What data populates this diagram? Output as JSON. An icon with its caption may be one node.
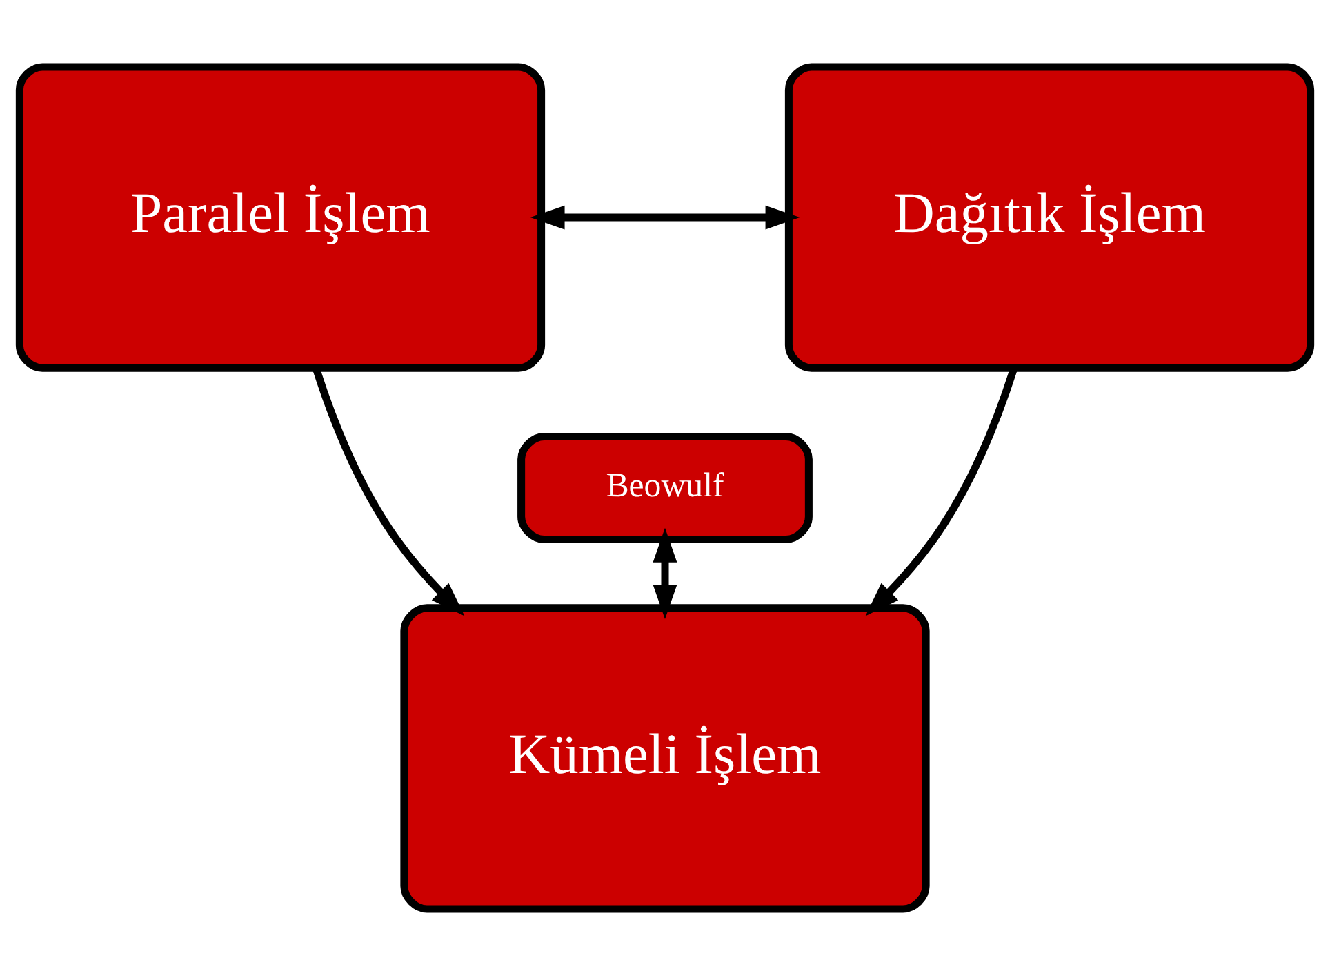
{
  "diagram": {
    "nodes": [
      {
        "text": [
          "Paralel İşlem"
        ]
      },
      {
        "text": [
          "Dağıtık İşlem"
        ]
      },
      {
        "text": [
          "Beowulf"
        ]
      },
      {
        "text": [
          "Kümeli İşlem"
        ]
      }
    ],
    "edges": [
      {
        "from": 0,
        "to": 1,
        "arrow": "both"
      },
      {
        "from": 2,
        "to": 3,
        "arrow": "both"
      },
      {
        "from": 0,
        "to": 3,
        "arrow": "to"
      },
      {
        "from": 1,
        "to": 3,
        "arrow": "to"
      }
    ]
  }
}
